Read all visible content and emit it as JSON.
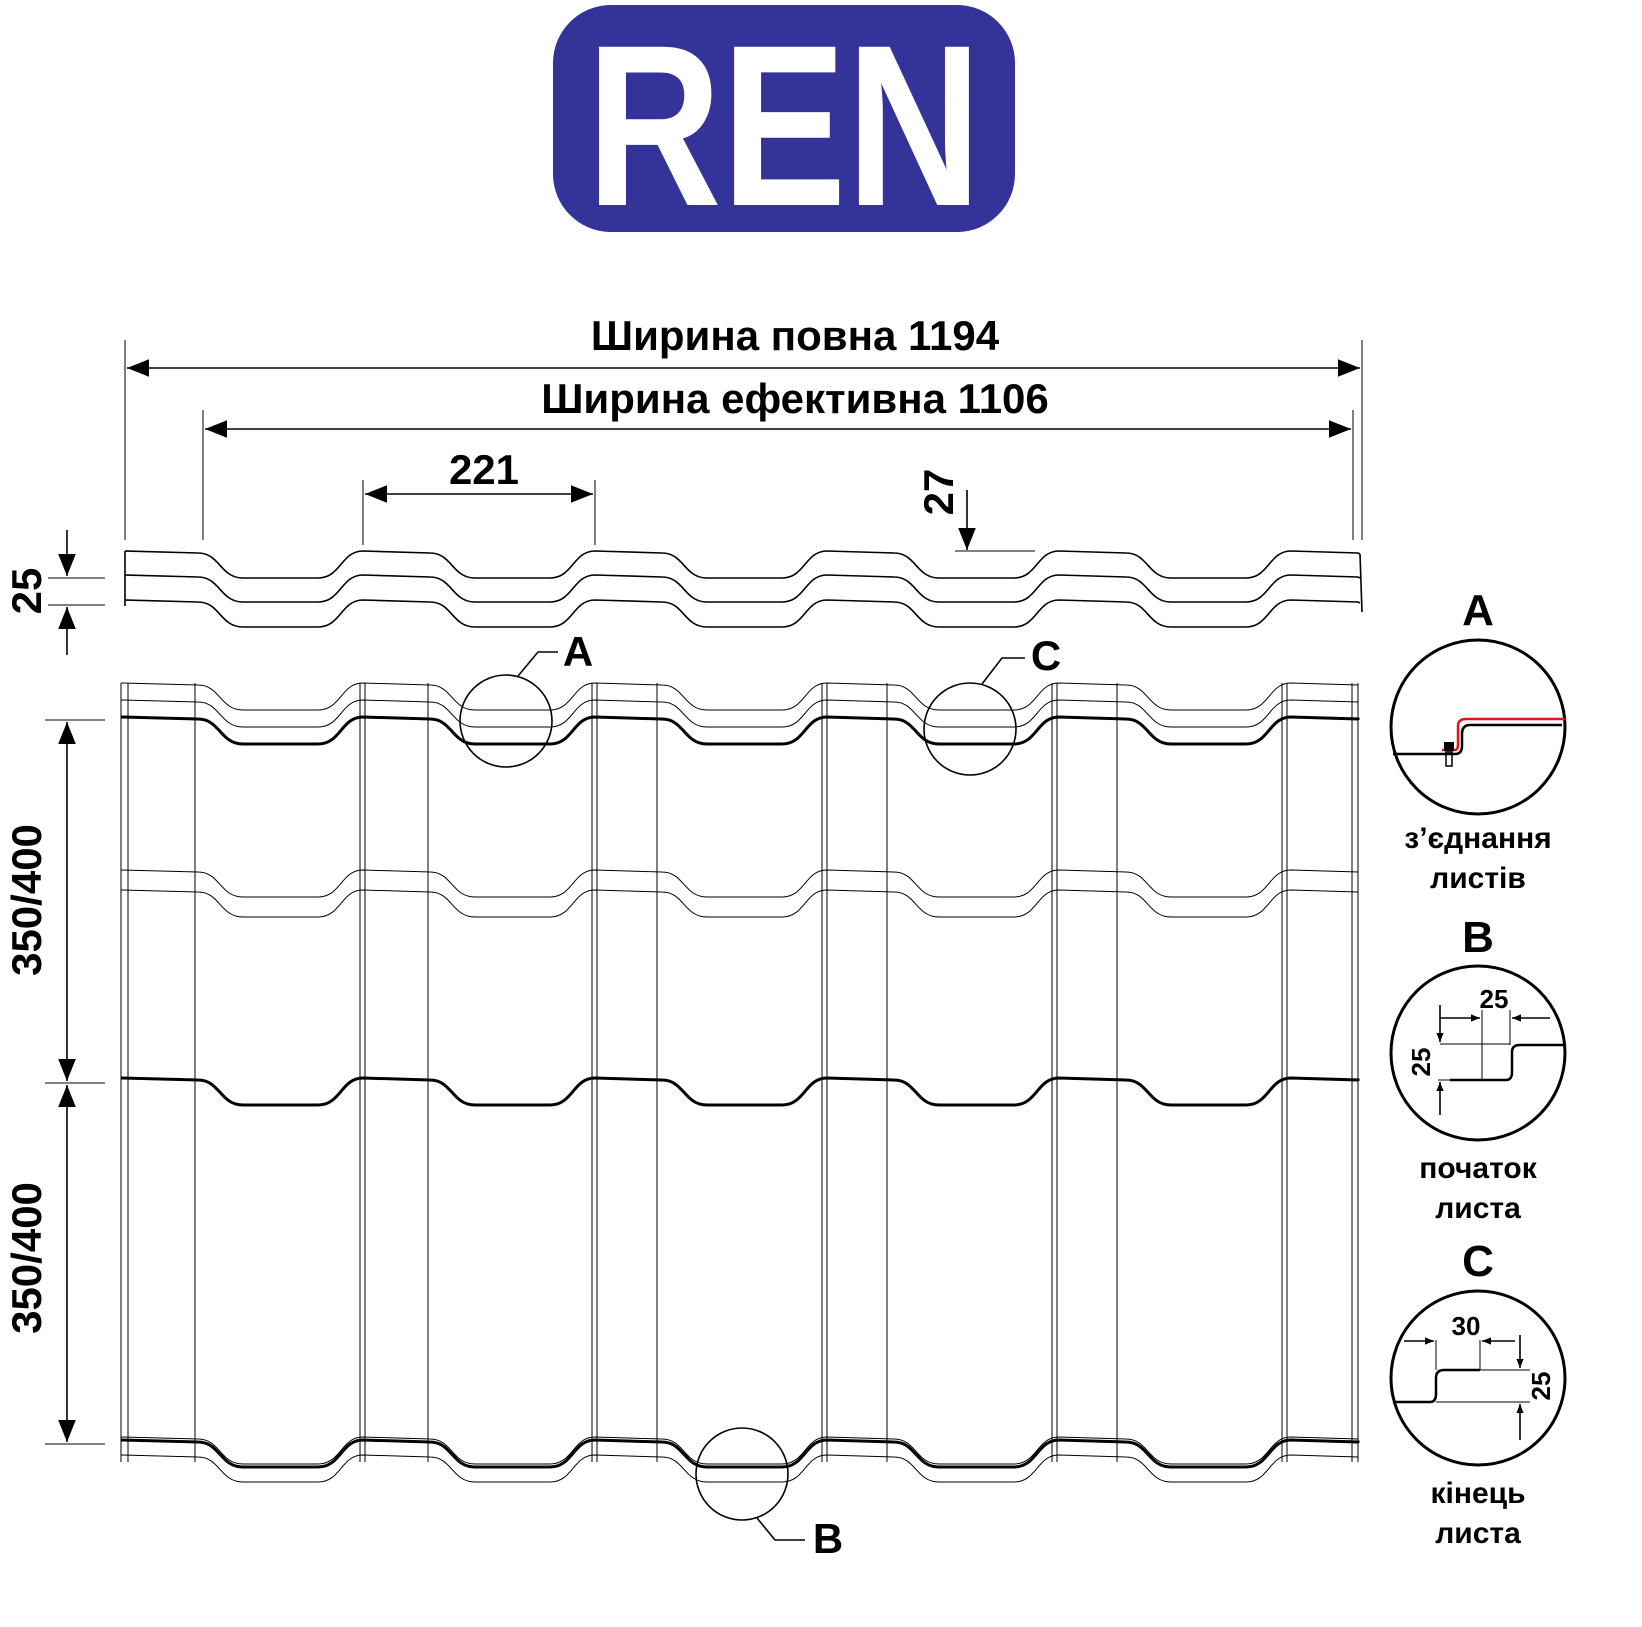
{
  "logo": {
    "text": "REN",
    "color": "#333399"
  },
  "dimensions": {
    "full_width": "Ширина повна 1194",
    "effective_width": "Ширина ефективна 1106",
    "wave_pitch": "221",
    "profile_height": "27",
    "step_height": "25",
    "step_length_1": "350/400",
    "step_length_2": "350/400"
  },
  "callouts": {
    "a": "A",
    "b": "B",
    "c": "C"
  },
  "details": [
    {
      "letter": "A",
      "caption_line1": "з’єднання",
      "caption_line2": "листів",
      "overlap_color": "#e8141c"
    },
    {
      "letter": "B",
      "caption_line1": "початок",
      "caption_line2": "листа",
      "dim_horizontal": "25",
      "dim_vertical": "25"
    },
    {
      "letter": "C",
      "caption_line1": "кінець",
      "caption_line2": "листа",
      "dim_horizontal": "30",
      "dim_vertical": "25"
    }
  ]
}
